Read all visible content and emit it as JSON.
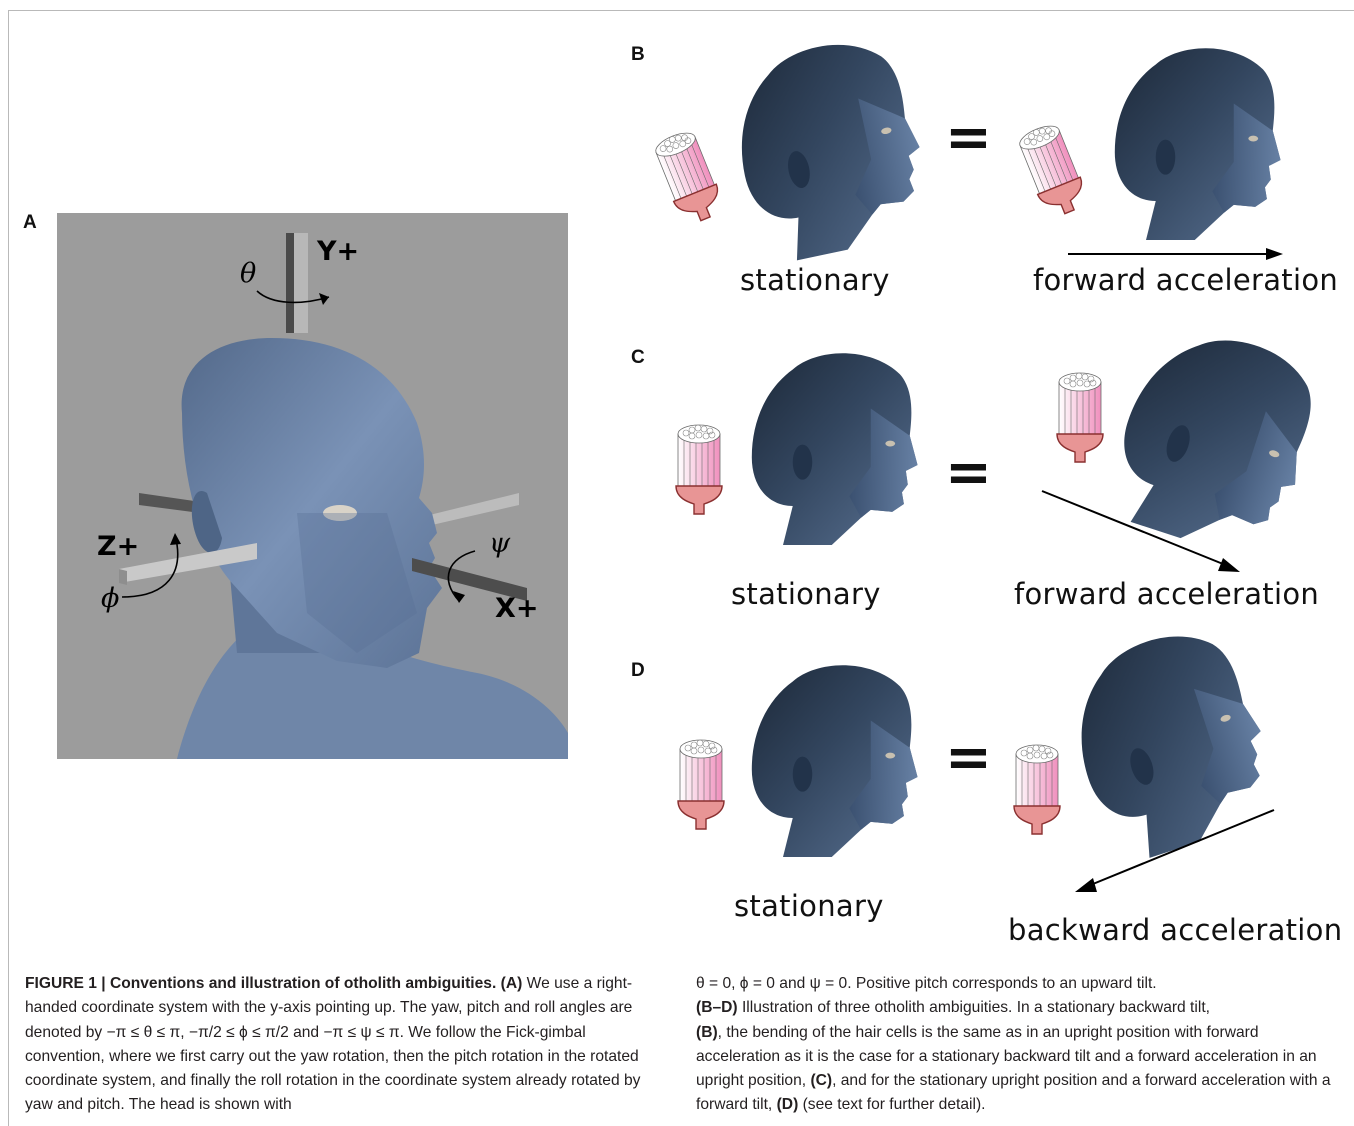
{
  "panels": {
    "a_letter": "A",
    "b_letter": "B",
    "c_letter": "C",
    "d_letter": "D"
  },
  "panel_a": {
    "y_axis": "Y+",
    "z_axis": "Z+",
    "x_axis": "X+",
    "theta": "θ",
    "phi": "ϕ",
    "psi": "ψ"
  },
  "panel_b": {
    "left": "stationary",
    "right": "forward acceleration",
    "equals": "="
  },
  "panel_c": {
    "left": "stationary",
    "right": "forward acceleration",
    "equals": "="
  },
  "panel_d": {
    "left": "stationary",
    "right": "backward acceleration",
    "equals": "="
  },
  "colors": {
    "head_dark": "#243548",
    "head_mid": "#4c6483",
    "head_light": "#8aa0bf",
    "panel_a_bg": "#9c9c9c",
    "hair_cell": "#f3a6c7",
    "cup": "#e58f8f"
  },
  "caption": {
    "title": "FIGURE 1 | Conventions and illustration of otholith ambiguities.",
    "a_ref": "(A)",
    "a_text_1": "We use a right-handed coordinate system with the y-axis pointing up. The yaw, pitch and roll angles are denoted by",
    "a_ranges": "−π ≤ θ ≤ π, −π/2 ≤ ϕ ≤ π/2 and −π ≤ ψ ≤ π.",
    "a_text_2": "We follow the Fick-gimbal convention, where we first carry out the yaw rotation, then the pitch rotation in the rotated coordinate system, and finally the roll rotation in the coordinate system already rotated by yaw and pitch. The head is shown with",
    "a_text_3": "θ = 0, ϕ = 0 and ψ = 0. Positive pitch corresponds to an upward tilt.",
    "bd_ref": "(B–D)",
    "bd_text_1": "Illustration of three otholith ambiguities. In a stationary backward tilt,",
    "b_ref": "(B)",
    "bd_text_2": ", the bending of the hair cells is the same as in an upright position with forward acceleration as it is the case for a stationary backward tilt and a forward acceleration in an upright position,",
    "c_ref": "(C)",
    "bd_text_3": ", and for the stationary upright position and a forward acceleration with a forward tilt,",
    "d_ref": "(D)",
    "bd_text_4": "(see text for further detail)."
  }
}
